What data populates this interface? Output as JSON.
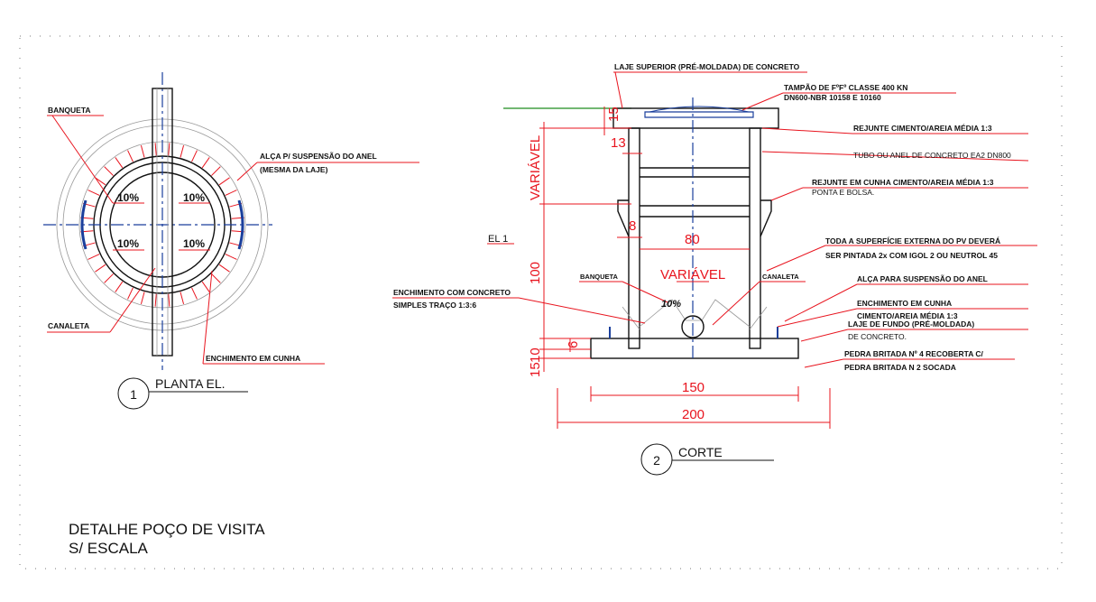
{
  "plan": {
    "labels": {
      "banqueta": "BANQUETA",
      "alca": "ALÇA P/ SUSPENSÃO DO ANEL",
      "alca_sub": "(MESMA DA LAJE)",
      "canaleta": "CANALETA",
      "enchimento": "ENCHIMENTO EM CUNHA"
    },
    "slopes": [
      "10%",
      "10%",
      "10%",
      "10%"
    ],
    "title_number": "1",
    "title": "PLANTA EL."
  },
  "section": {
    "labels": {
      "laje_superior": "LAJE SUPERIOR (PRÉ-MOLDADA) DE CONCRETO",
      "tampao_1": "TAMPÃO DE FºFº CLASSE 400 KN",
      "tampao_2": "DN600-NBR 10158 E 10160",
      "rejunte": "REJUNTE CIMENTO/AREIA MÉDIA 1:3",
      "tubo": "TUBO OU ANEL DE CONCRETO EA2 DN800",
      "rejunte_cunha_1": "REJUNTE EM CUNHA CIMENTO/AREIA MÉDIA 1:3",
      "rejunte_cunha_2": "PONTA E BOLSA.",
      "el1": "EL 1",
      "superficie_1": "TODA A SUPERFÍCIE EXTERNA DO PV DEVERÁ",
      "superficie_2": "SER PINTADA 2x COM IGOL 2 OU NEUTROL 45",
      "banqueta": "BANQUETA",
      "canaleta": "CANALETA",
      "alca": "ALÇA PARA SUSPENSÃO DO ANEL",
      "enchimento_concreto_1": "ENCHIMENTO COM CONCRETO",
      "enchimento_concreto_2": "SIMPLES TRAÇO 1:3:6",
      "enchimento_cunha_1": "ENCHIMENTO EM CUNHA",
      "enchimento_cunha_2": "CIMENTO/AREIA MÉDIA 1:3",
      "laje_fundo_1": "LAJE DE FUNDO (PRÉ-MOLDADA)",
      "laje_fundo_2": "DE CONCRETO.",
      "pedra_1": "PEDRA BRITADA Nº 4 RECOBERTA C/",
      "pedra_2": "PEDRA BRITADA N 2 SOCADA",
      "slope": "10%"
    },
    "dims": {
      "d15": "15",
      "d13": "13",
      "variavel_v": "VARIÁVEL",
      "d8": "8",
      "d80": "80",
      "variavel_h": "VARIÁVEL",
      "d100": "100",
      "d6": "6",
      "d10": "10",
      "d15b": "15",
      "d150": "150",
      "d200": "200"
    },
    "title_number": "2",
    "title": "CORTE"
  },
  "sheet": {
    "title_1": "DETALHE POÇO DE VISITA",
    "title_2": "S/ ESCALA"
  },
  "colors": {
    "dimension": "#e8141e",
    "axis": "#1a3f9c",
    "ground": "#1e8c1e",
    "line": "#111111"
  }
}
